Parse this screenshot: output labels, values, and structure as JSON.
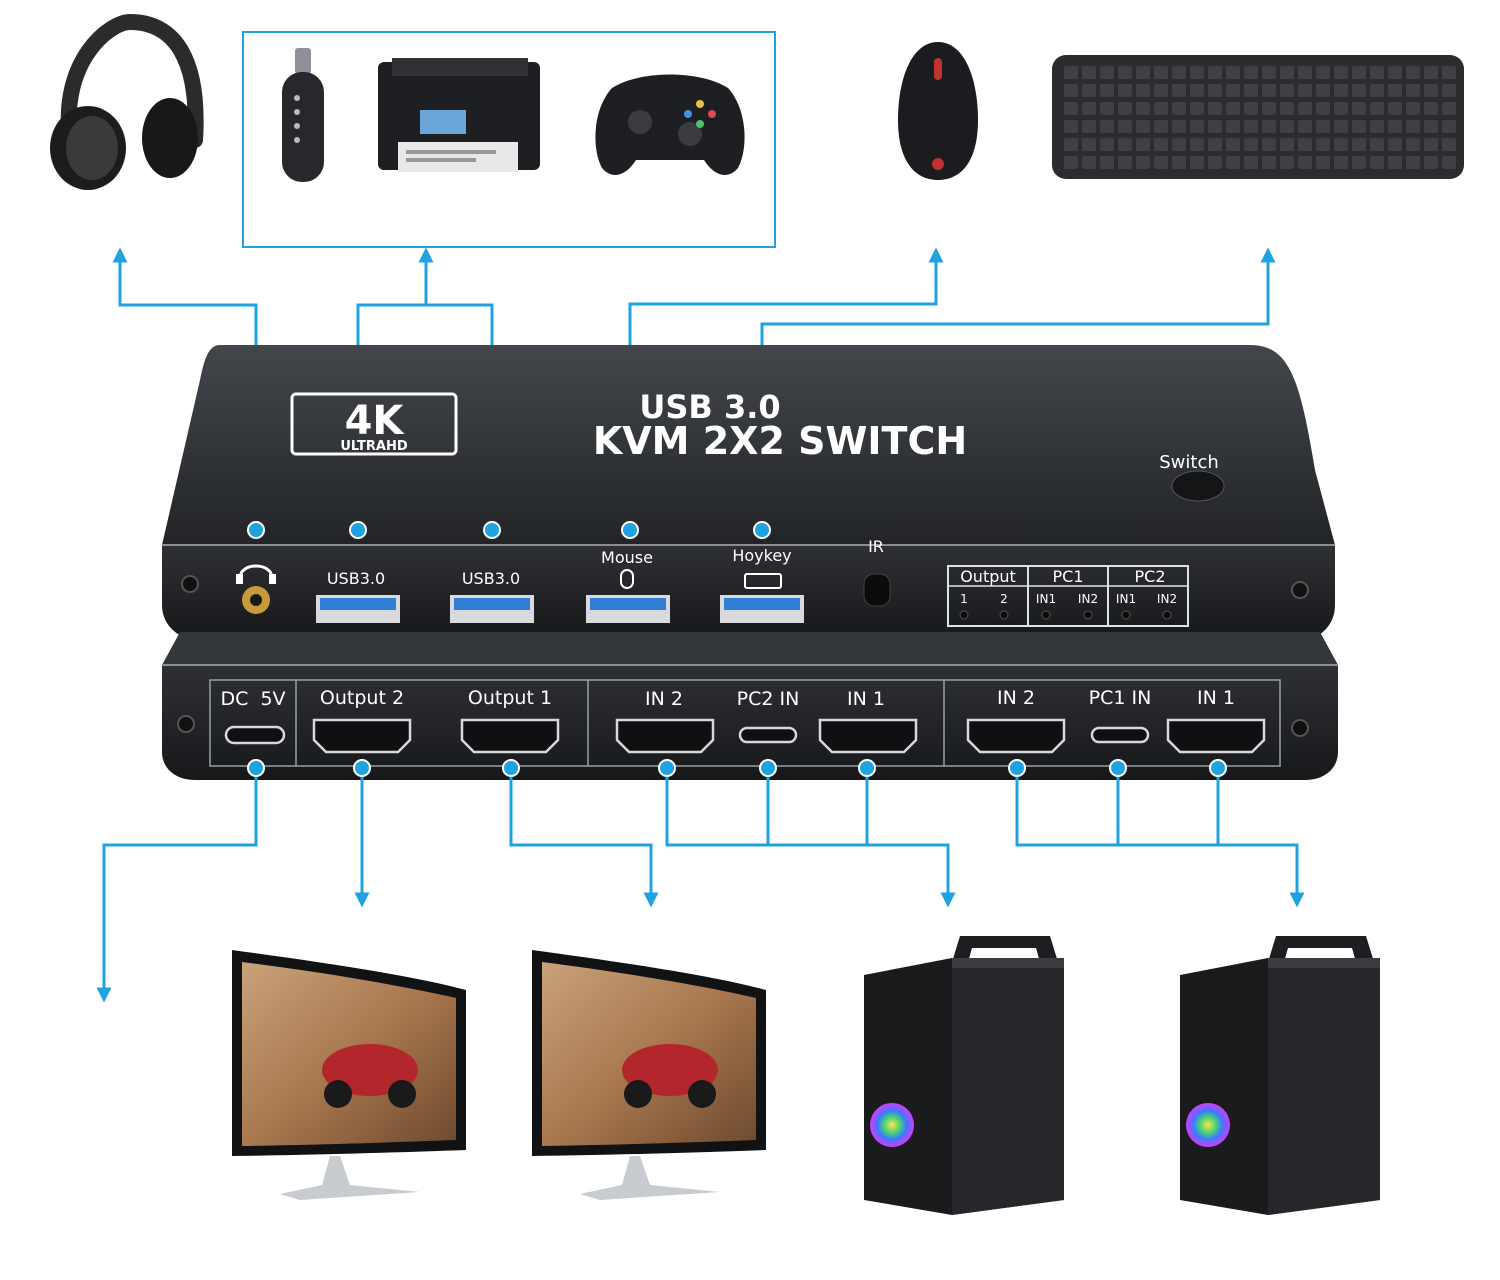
{
  "colors": {
    "connector": "#1fa3e0",
    "device_body": "#26282b",
    "device_top": "#3a3d42",
    "port_blue": "#2f7fd6",
    "background": "#ffffff"
  },
  "device": {
    "badge_main": "4K",
    "badge_sub": "ULTRAHD",
    "title_line1": "USB 3.0",
    "title_line2": "KVM 2X2 SWITCH",
    "switch_label": "Switch"
  },
  "front_ports": {
    "usb_a": "USB3.0",
    "usb_b": "USB3.0",
    "mouse": "Mouse",
    "hotkey": "Hoykey",
    "ir": "IR",
    "output": "Output",
    "out_1": "1",
    "out_2": "2",
    "pc1": "PC1",
    "pc2": "PC2",
    "pc1_in1": "IN1",
    "pc1_in2": "IN2",
    "pc2_in1": "IN1",
    "pc2_in2": "IN2"
  },
  "rear_ports": {
    "dc": "DC  5V",
    "output2": "Output 2",
    "output1": "Output 1",
    "in2_a": "IN 2",
    "pc2_in": "PC2 IN",
    "in1_a": "IN 1",
    "in2_b": "IN 2",
    "pc1_in": "PC1 IN",
    "in1_b": "IN 1"
  },
  "icons": {
    "headphones": "headphones-icon",
    "usb_dongle": "usb-dongle-icon",
    "printer": "printer-icon",
    "gamepad": "gamepad-icon",
    "mouse": "mouse-icon",
    "keyboard": "keyboard-icon",
    "monitor": "monitor-icon",
    "pc_tower": "pc-tower-icon"
  }
}
